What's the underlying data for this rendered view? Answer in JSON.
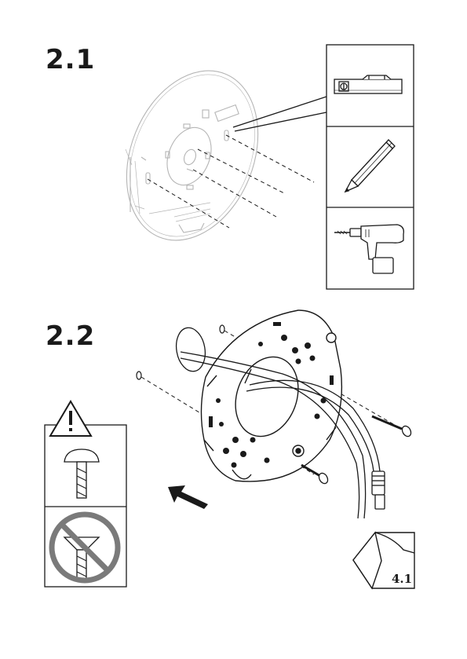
{
  "steps": [
    {
      "label": "2.1"
    },
    {
      "label": "2.2"
    }
  ],
  "tools": [
    "spirit-level-icon",
    "pencil-icon",
    "drill-icon"
  ],
  "warning": {
    "icon": "warning-triangle-icon",
    "allowed_screw": "pan-head-screw-icon",
    "prohibited_screw": "countersunk-screw-icon"
  },
  "reference": {
    "label": "4.1"
  }
}
